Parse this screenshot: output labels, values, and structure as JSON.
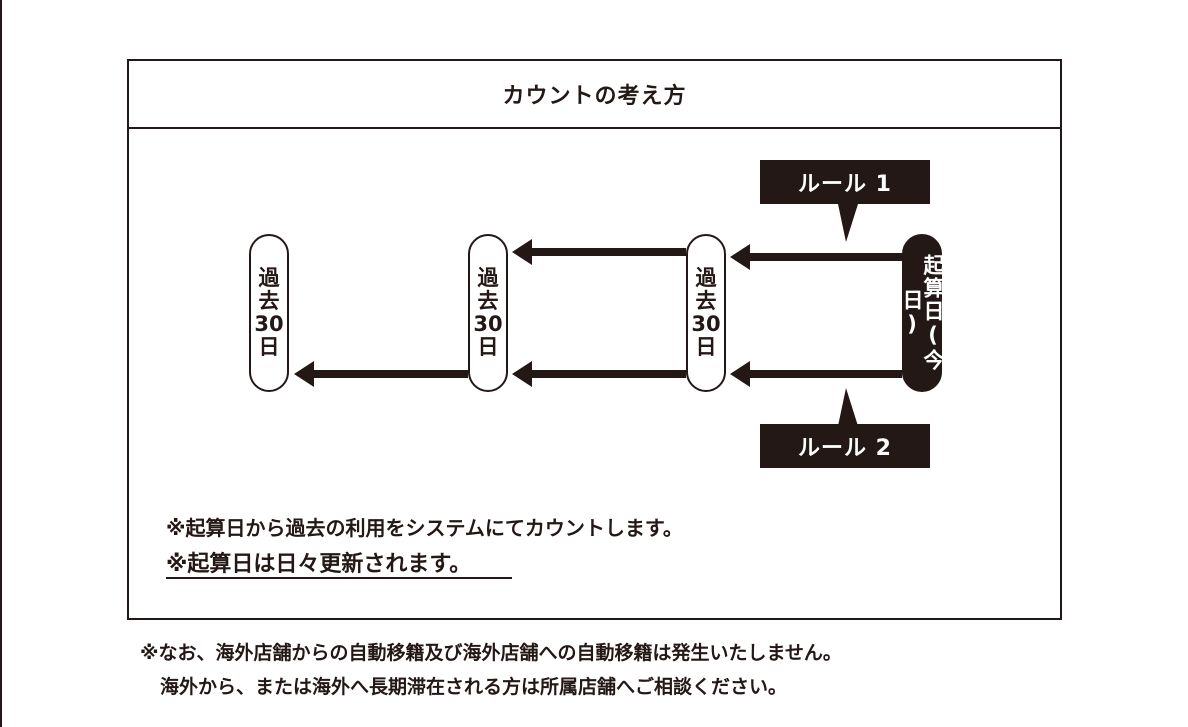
{
  "title": "カウントの考え方",
  "rules": {
    "rule1": "ルール 1",
    "rule2": "ルール 2"
  },
  "start_day": {
    "label": "起算日(今日)"
  },
  "past_days": [
    {
      "line1": "過",
      "line2": "去",
      "line3": "30",
      "line4": "日"
    },
    {
      "line1": "過",
      "line2": "去",
      "line3": "30",
      "line4": "日"
    },
    {
      "line1": "過",
      "line2": "去",
      "line3": "30",
      "line4": "日"
    }
  ],
  "notes": {
    "note1": "※起算日から過去の利用をシステムにてカウントします。",
    "note2": "※起算日は日々更新されます。"
  },
  "footer": {
    "line1": "※なお、海外店舗からの自動移籍及び海外店舗への自動移籍は発生いたしません。",
    "line2": "海外から、または海外へ長期滞在される方は所属店舗へご相談ください。"
  },
  "colors": {
    "ink": "#231815",
    "background": "#ffffff"
  }
}
